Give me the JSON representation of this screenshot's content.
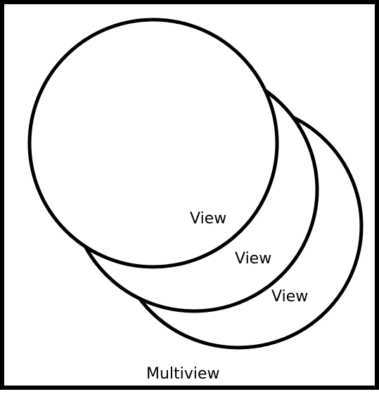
{
  "diagram": {
    "views": [
      {
        "label": "View"
      },
      {
        "label": "View"
      },
      {
        "label": "View"
      }
    ],
    "caption": "Multiview"
  },
  "colors": {
    "stroke": "#000000",
    "background": "#ffffff"
  }
}
